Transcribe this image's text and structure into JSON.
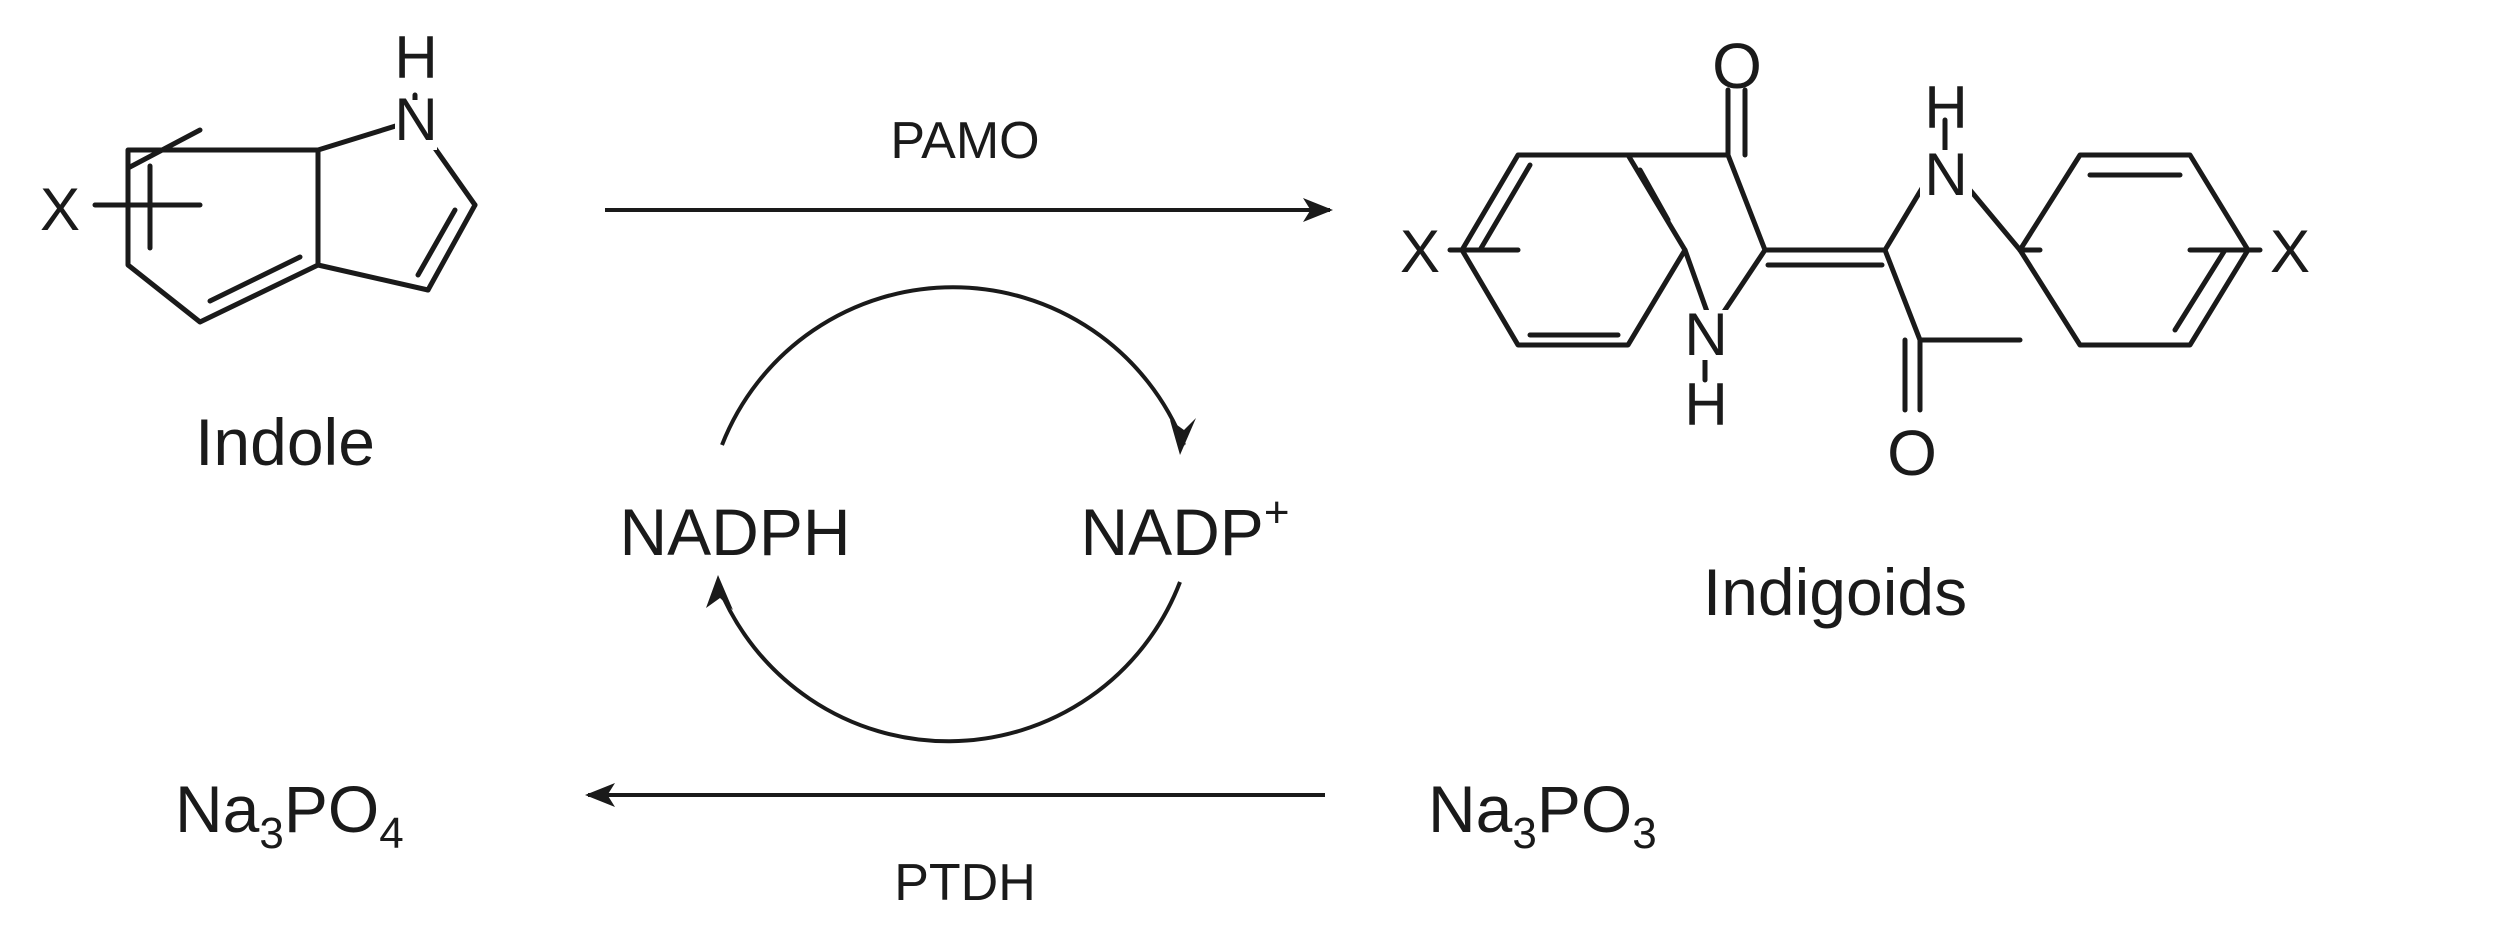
{
  "colors": {
    "ink": "#1a1a1a",
    "background": "#ffffff"
  },
  "reaction": {
    "forward_enzyme": "PAMO",
    "reverse_enzyme": "PTDH"
  },
  "cofactors": {
    "reduced": "NADPH",
    "oxidized_base": "NADP",
    "oxidized_charge": "+"
  },
  "substrate": {
    "label": "Indole",
    "nh_atom": "N",
    "nh_h": "H",
    "substituent": "X"
  },
  "product": {
    "label": "Indigoids",
    "substituent_left": "X",
    "substituent_right": "X",
    "oxygen_top": "O",
    "oxygen_bottom": "O",
    "nh_top_n": "N",
    "nh_top_h": "H",
    "nh_bottom_n": "N",
    "nh_bottom_h": "H"
  },
  "phosphite": {
    "element_a": "Na",
    "sub_a": "3",
    "element_b": "PO",
    "sub_b": "3"
  },
  "phosphate": {
    "element_a": "Na",
    "sub_a": "3",
    "element_b": "PO",
    "sub_b": "4"
  }
}
